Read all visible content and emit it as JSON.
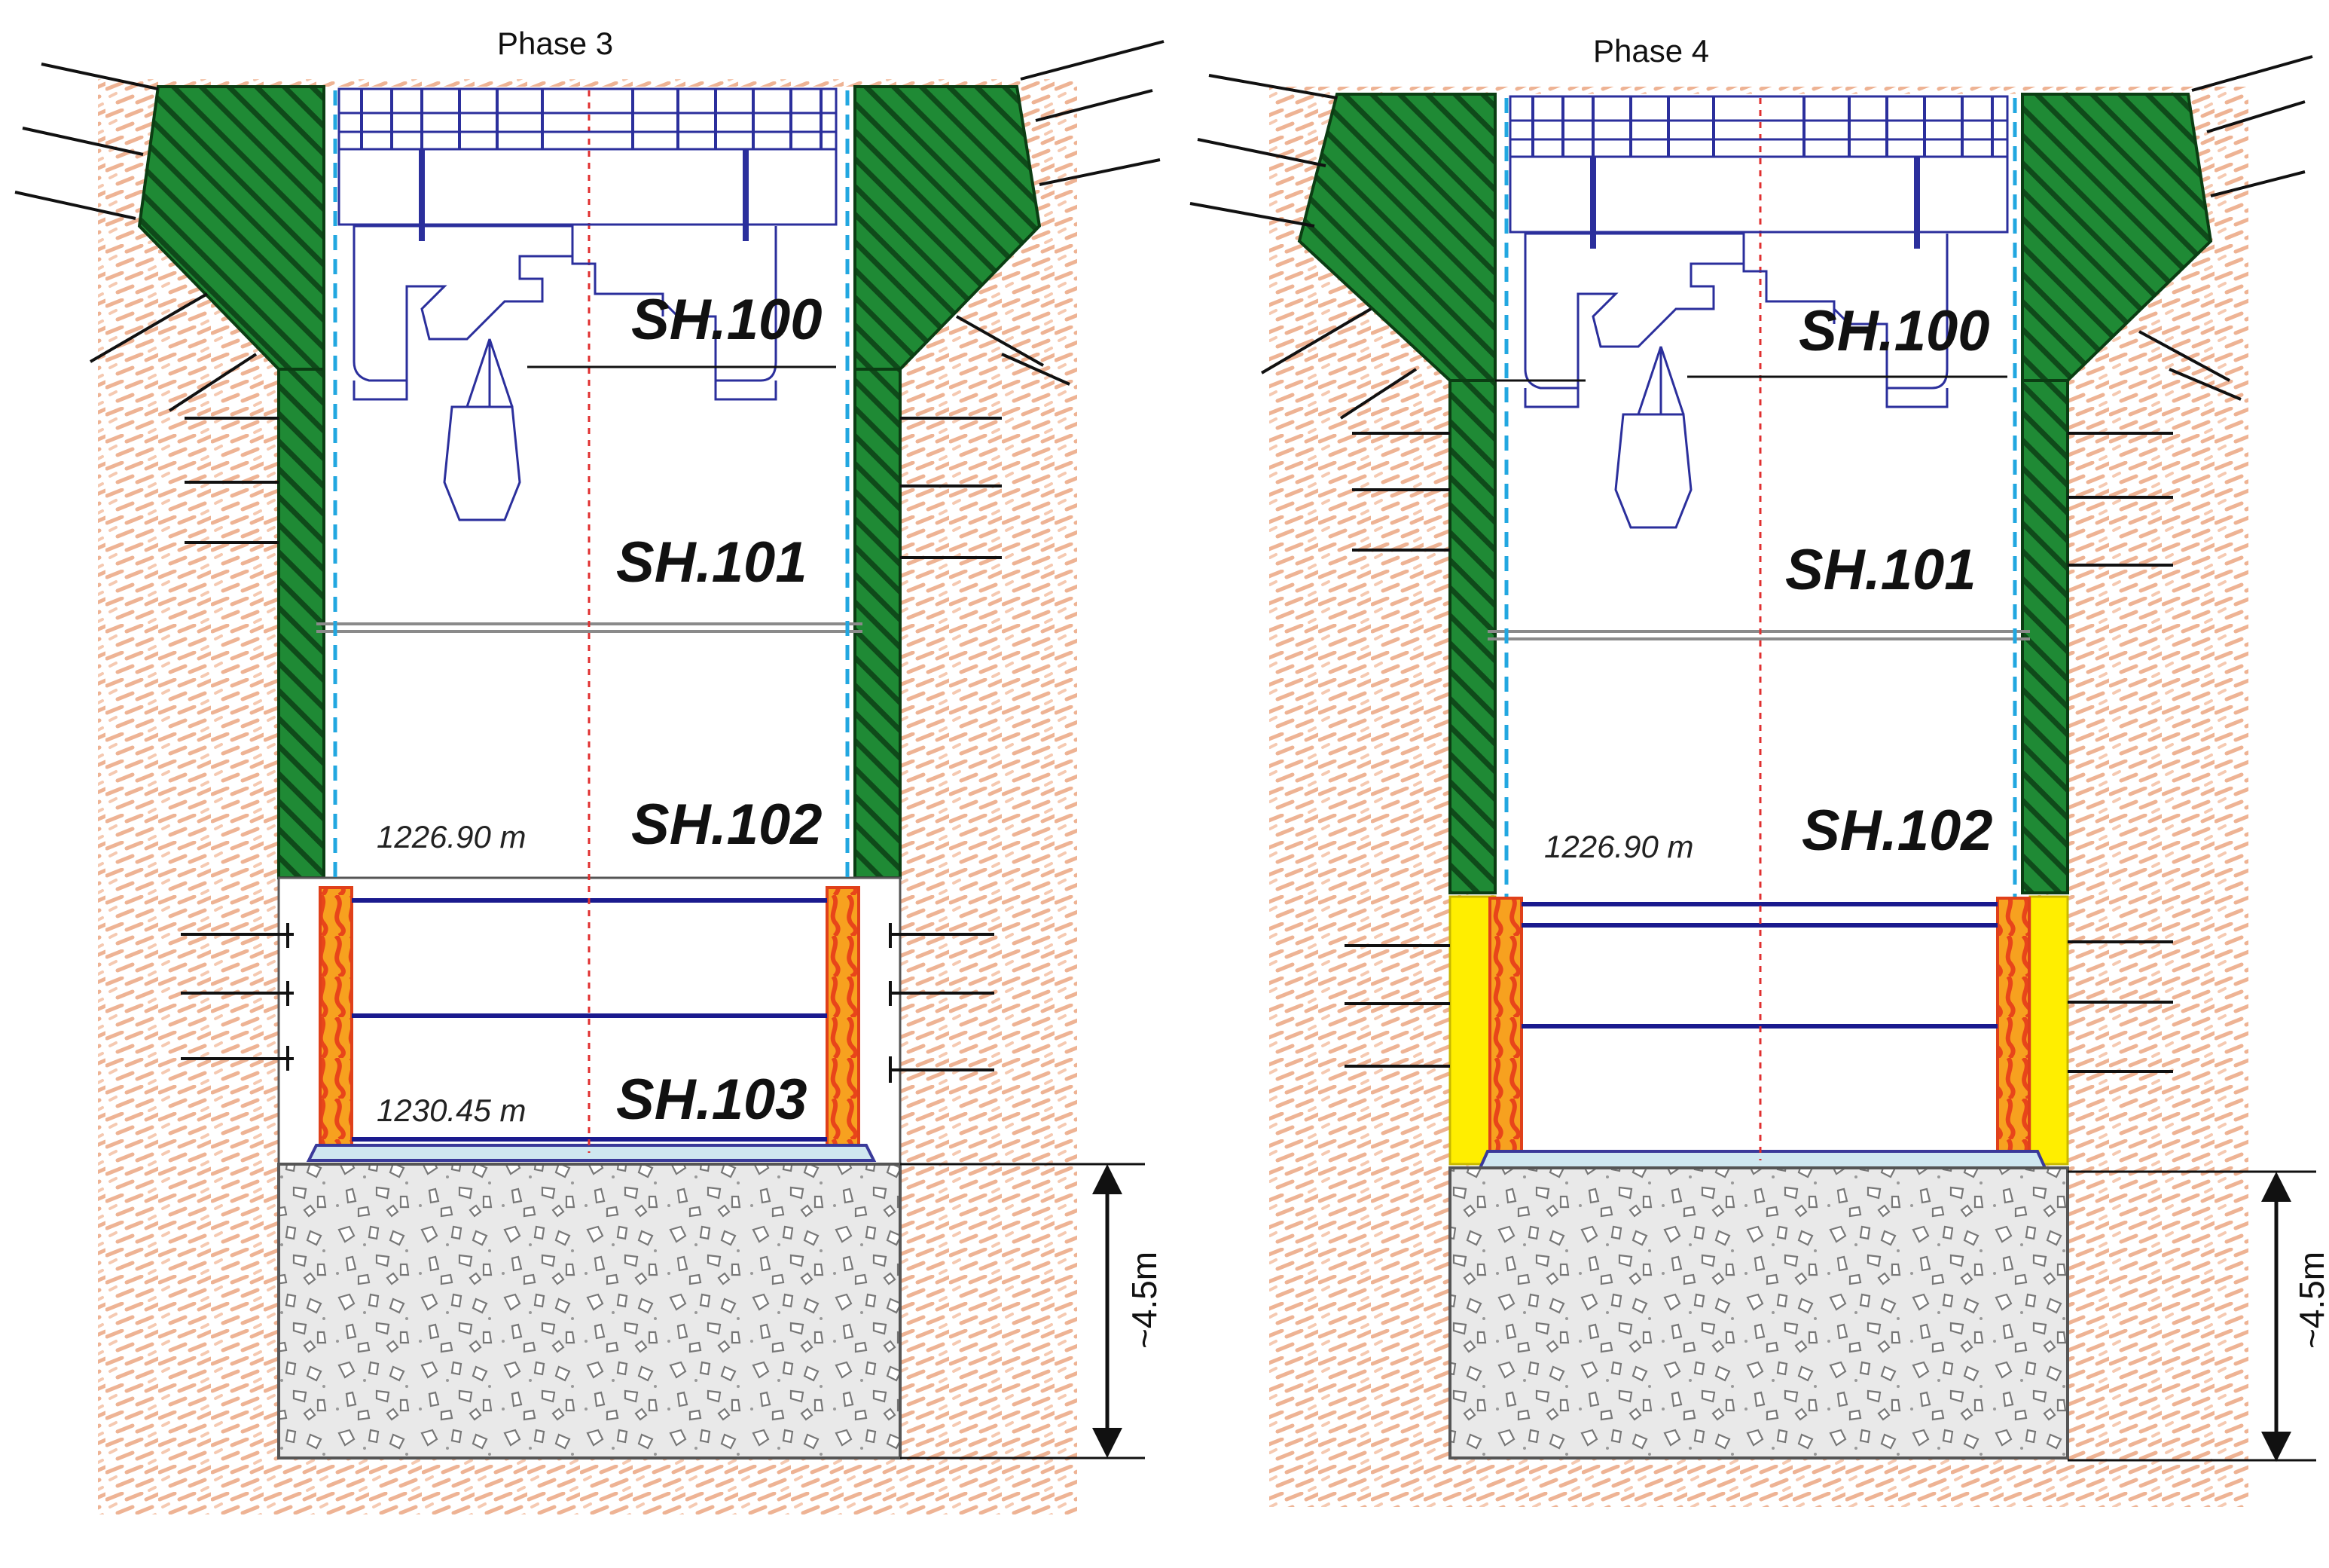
{
  "panels": [
    {
      "title": "Phase 3",
      "sections": [
        "SH.100",
        "SH.101",
        "SH.102",
        "SH.103"
      ],
      "elevations": [
        "1226.90 m",
        "1230.45 m"
      ],
      "depth": "~4.5m",
      "bottom_wall": "timber lagging with anchors"
    },
    {
      "title": "Phase 4",
      "sections": [
        "SH.100",
        "SH.101",
        "SH.102"
      ],
      "elevations": [
        "1226.90 m"
      ],
      "depth": "~4.5m",
      "bottom_wall": "yellow concrete lining"
    }
  ],
  "colors": {
    "soil": "#f2d2bd",
    "soil_hatch": "#e8a98a",
    "lining": "#1f8a35",
    "lining_hatch": "#0b3d13",
    "crane": "#2b2f9c",
    "centerline": "#e03030",
    "dashed_guide": "#22a7e0",
    "timber": "#f07a1a",
    "timber_inner": "#f9c21e",
    "yellow_lining": "#ffee00",
    "rubble": "#e6e6e6",
    "rubble_stone": "#808080"
  }
}
